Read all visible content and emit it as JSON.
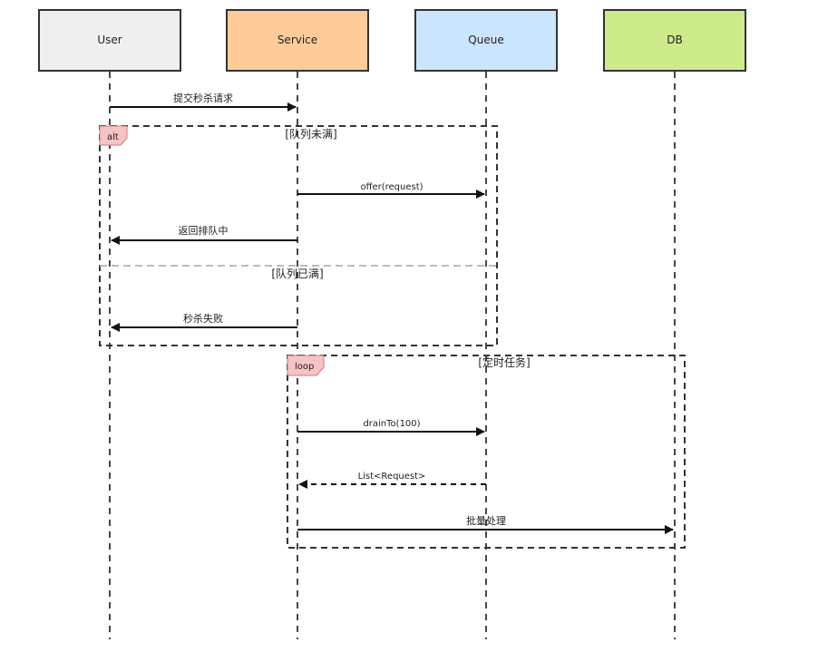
{
  "participants": [
    {
      "id": "user",
      "label": "User",
      "fill": "#efefef"
    },
    {
      "id": "service",
      "label": "Service",
      "fill": "#ffcc99"
    },
    {
      "id": "queue",
      "label": "Queue",
      "fill": "#cce5ff"
    },
    {
      "id": "db",
      "label": "DB",
      "fill": "#cdeb8b"
    }
  ],
  "messages": [
    {
      "id": "submit",
      "label": "提交秒杀请求",
      "from": "user",
      "to": "service",
      "style": "solid"
    },
    {
      "id": "offer",
      "label": "offer(request)",
      "from": "service",
      "to": "queue",
      "style": "solid"
    },
    {
      "id": "queued",
      "label": "返回排队中",
      "from": "service",
      "to": "user",
      "style": "solid"
    },
    {
      "id": "fail",
      "label": "秒杀失败",
      "from": "service",
      "to": "user",
      "style": "solid"
    },
    {
      "id": "drain",
      "label": "drainTo(100)",
      "from": "service",
      "to": "queue",
      "style": "solid"
    },
    {
      "id": "list",
      "label": "List<Request>",
      "from": "queue",
      "to": "service",
      "style": "dashed"
    },
    {
      "id": "batch",
      "label": "批量处理",
      "from": "service",
      "to": "db",
      "style": "solid"
    }
  ],
  "fragments": [
    {
      "id": "alt",
      "keyword": "alt",
      "condition": "[队列未满]",
      "else_condition": "[队列已满]"
    },
    {
      "id": "loop",
      "keyword": "loop",
      "condition": "[定时任务]"
    }
  ],
  "colors": {
    "tag_fill": "#f7c3c3",
    "line": "#333333"
  }
}
